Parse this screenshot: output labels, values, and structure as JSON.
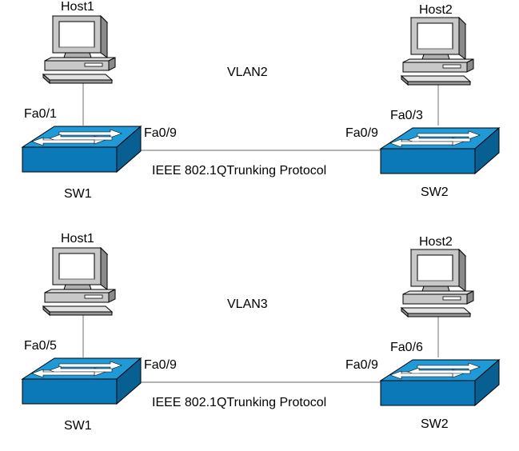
{
  "diagrams": [
    {
      "vlan_label": "VLAN2",
      "left": {
        "host_label": "Host1",
        "host_port": "Fa0/1",
        "trunk_port": "Fa0/9",
        "switch_label": "SW1"
      },
      "right": {
        "host_label": "Host2",
        "host_port": "Fa0/3",
        "trunk_port": "Fa0/9",
        "switch_label": "SW2"
      },
      "trunk_label": "IEEE 802.1QTrunking Protocol"
    },
    {
      "vlan_label": "VLAN3",
      "left": {
        "host_label": "Host1",
        "host_port": "Fa0/5",
        "trunk_port": "Fa0/9",
        "switch_label": "SW1"
      },
      "right": {
        "host_label": "Host2",
        "host_port": "Fa0/6",
        "trunk_port": "Fa0/9",
        "switch_label": "SW2"
      },
      "trunk_label": "IEEE 802.1QTrunking Protocol"
    }
  ],
  "colors": {
    "switch_top": "#1f9ad6",
    "switch_front": "#0b78b8",
    "switch_side": "#085f92",
    "computer_body": "#c8c8c8",
    "computer_dark": "#8a8a8a",
    "screen": "#ffffff",
    "link_line": "#888888"
  }
}
